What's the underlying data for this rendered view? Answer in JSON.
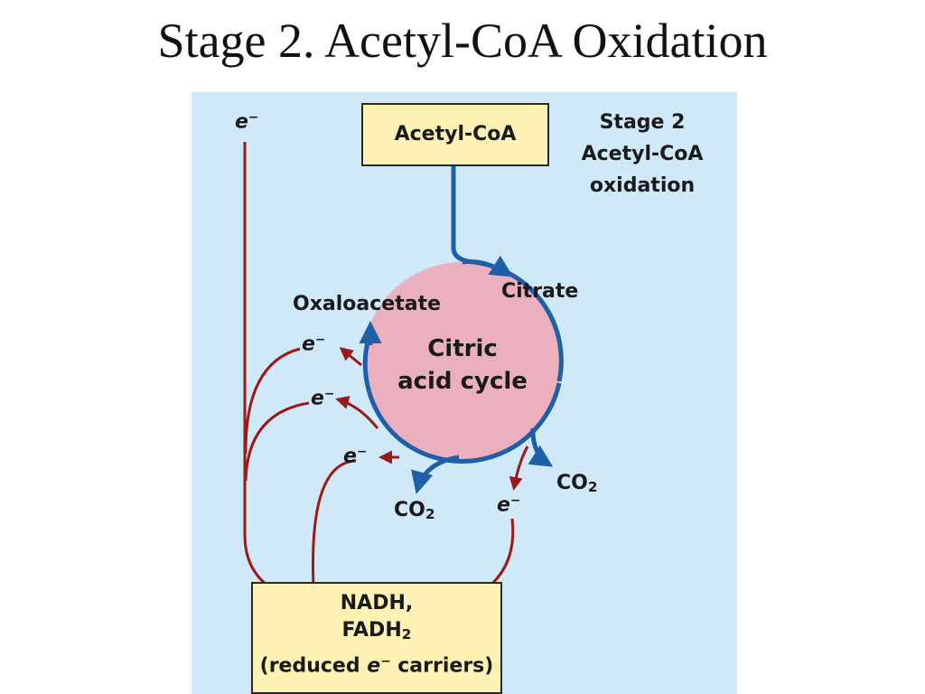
{
  "slide": {
    "title": "Stage 2. Acetyl-CoA Oxidation"
  },
  "diagram": {
    "acetyl_coa": "Acetyl-CoA",
    "stage_label": [
      "Stage 2",
      "Acetyl-CoA",
      "oxidation"
    ],
    "citrate": "Citrate",
    "oxaloacetate": "Oxaloacetate",
    "cycle": [
      "Citric",
      "acid cycle"
    ],
    "electron": "e",
    "electron_charge": "−",
    "co2_base": "CO",
    "co2_sub": "2",
    "carriers": {
      "nadh": "NADH,",
      "fadh_base": "FADH",
      "fadh_sub": "2",
      "reduced_open": "(reduced ",
      "reduced_close": " carriers)"
    },
    "colors": {
      "panel": "#cfe9f8",
      "box_fill": "#fdf2b3",
      "cycle_fill": "#eab0bd",
      "cycle_arrow": "#1f5fa8",
      "electron_arrow": "#9a1a1a"
    }
  }
}
